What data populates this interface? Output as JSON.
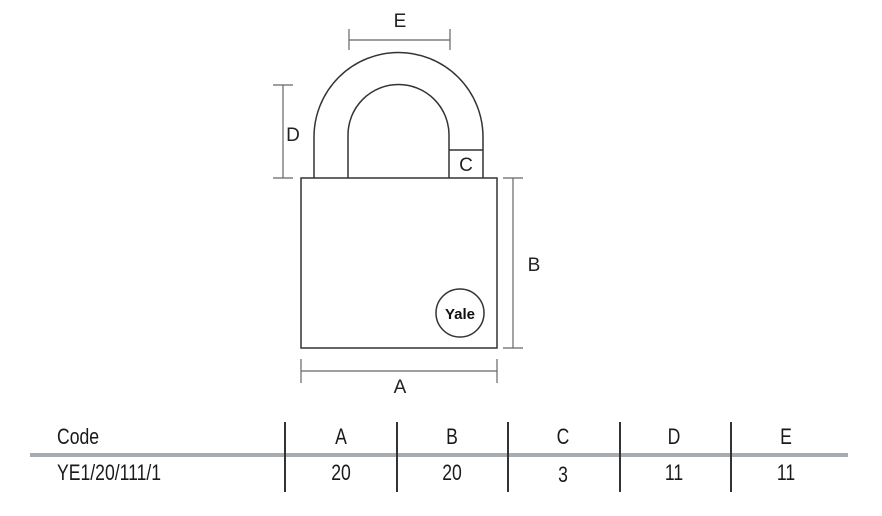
{
  "diagram": {
    "dimension_labels": {
      "A": "A",
      "B": "B",
      "C": "C",
      "D": "D",
      "E": "E"
    },
    "logo_text": "Yale"
  },
  "table": {
    "headers": [
      "Code",
      "A",
      "B",
      "C",
      "D",
      "E"
    ],
    "rows": [
      [
        "YE1/20/111/1",
        "20",
        "20",
        "3",
        "11",
        "11"
      ]
    ]
  }
}
